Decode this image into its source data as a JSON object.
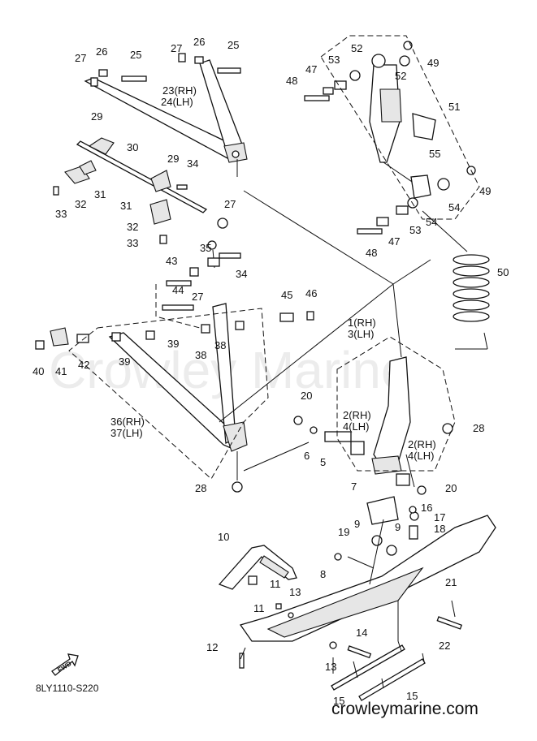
{
  "diagram_code": "8LY1110-S220",
  "watermark": "Crowley Marine",
  "website": "crowleymarine.com",
  "fwd_label": "FWD",
  "callouts": [
    "27",
    "26",
    "25",
    "27",
    "26",
    "25",
    "23(RH)",
    "24(LH)",
    "48",
    "47",
    "53",
    "52",
    "52",
    "49",
    "51",
    "55",
    "29",
    "30",
    "29",
    "34",
    "31",
    "32",
    "33",
    "32",
    "33",
    "27",
    "31",
    "35",
    "34",
    "43",
    "27",
    "44",
    "45",
    "46",
    "49",
    "54",
    "54",
    "53",
    "47",
    "48",
    "50",
    "40",
    "41",
    "42",
    "39",
    "39",
    "38",
    "38",
    "1(RH)",
    "3(LH)",
    "20",
    "28",
    "2(RH)",
    "4(LH)",
    "2(RH)",
    "4(LH)",
    "6",
    "5",
    "28",
    "20",
    "7",
    "16",
    "17",
    "18",
    "9",
    "19",
    "9",
    "36(RH)",
    "37(LH)",
    "10",
    "11",
    "11",
    "13",
    "8",
    "21",
    "22",
    "12",
    "14",
    "13",
    "15",
    "15"
  ]
}
